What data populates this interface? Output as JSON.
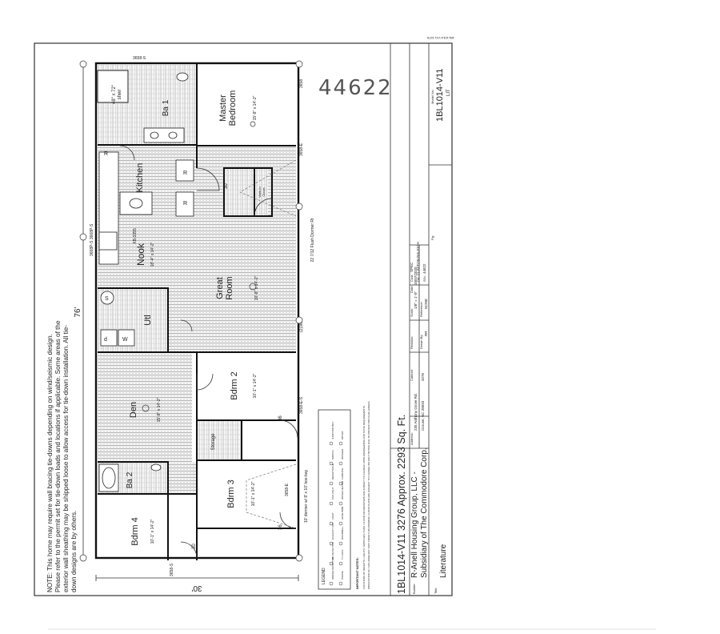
{
  "rooms": {
    "master": {
      "name": "Master\nBedroom",
      "size": "15'-8\" x 14'-2\""
    },
    "kitchen": {
      "name": "Kitchen"
    },
    "nook": {
      "name": "Nook",
      "size": "18'-4\" x 14'-2\""
    },
    "great": {
      "name": "Great\nRoom",
      "size": "19'-8\" x 14'-2\""
    },
    "utl": {
      "name": "Utl"
    },
    "den": {
      "name": "Den",
      "size": "15'-8\" x 14'-2\""
    },
    "bdrm2": {
      "name": "Bdrm 2",
      "size": "10'-1\" x 14'-2\""
    },
    "bdrm3": {
      "name": "Bdrm 3",
      "size": "10'-1\" x 14'-2\""
    },
    "bdrm4": {
      "name": "Bdrm 4",
      "size": "10'-1\" x 14'-2\""
    },
    "ba1": {
      "name": "Ba 1"
    },
    "ba2": {
      "name": "Ba 2"
    },
    "storage": {
      "name": "Storage"
    },
    "closet": {
      "name": "Walk-In\nCloset"
    }
  },
  "labels": {
    "shower": "48\" x 72\"\nshwr",
    "doors_top": "3658-S",
    "door_master": "3658",
    "door_e1": "3658-E",
    "door_e2": "3658-E",
    "door_e5": "3658-E-S",
    "door_3658": "(2)3658",
    "door_left": "3658-S",
    "door_s_dual": "3668P-S 3668P-S",
    "dormer_great": "22 7/12 Flush Dormer Rt",
    "dormer_rear": "10' dormer w/ 8' x 10' box-bay",
    "xb": "XB-3355",
    "dim_width": "30'",
    "dim_length": "76'",
    "d30_1": "30",
    "d30_2": "30",
    "d36_1": "36",
    "d36_2": "36",
    "num_44622": "44622",
    "top_stamp": "1BL1014-V11 3276"
  },
  "note": "NOTE: This home may require wall bracing tie-downs depending on wind/seismic design. Please refer to the permit set for tie-down loads and locations if applicable. Some areas of the exterior wall sheathing may be shipped loose to allow access for tie-down installation. All tie-down designs are by others.",
  "legend": {
    "title": "LEGEND",
    "items": [
      "SMOKE DETECTOR",
      "CO DETECTOR",
      "EXHAUST FAN",
      "LIGHT",
      "FAN LIGHT",
      "RECEPTACLE",
      "SWITCH",
      "JUNCTION BOX",
      "PHONE",
      "TV JACK",
      "DOORBELL",
      "HOSE BIBB",
      "WATER HEATER",
      "FURNACE",
      "WASHER",
      "DRYER"
    ],
    "important_title": "IMPORTANT NOTES:",
    "important_notes": [
      "LOCATIONS OF RECEPTS / LIGHTS / SWITCHES / FANS / FLOOR AIR REGISTERS ARE SUBJECT TO CHANGE UPON ENGINEERING AND STATE REQUIREMENTS.",
      "PRODUCTION OF THIS HOME MAY VARY FROM THIS DRAWING. FLOOR PLANS ARE SUBJECT TO CHANGE WITHOUT NOTICE DUE TO PRODUCTION CHALLENGES."
    ]
  },
  "titleblock": {
    "main": "1BL1014-V11 3276  Approx. 2293 Sq. Ft.",
    "builder_label": "Builder:",
    "builder": "R-Anell Housing Group, LLC -",
    "builder2": "Subsidiary of The Commodore Corp.",
    "title_label": "Title:",
    "title": "Literature",
    "address_label": "Address:",
    "address": "235 Anthony Grove Rd.",
    "address2": "Crouse, NC 28033",
    "cabinet_label": "Cabinet:",
    "cabinet": "3276",
    "drawn_label": "Drawn By:",
    "drawn": "RR",
    "revision_label": "Revision:",
    "scale_label": "Scale:",
    "scale": "1/8\" = 1'-0\"",
    "date_label": "Date:",
    "date": "10/07/2020",
    "reference_label": "Reference:",
    "reference": "NONE",
    "cust_label": "Cust:",
    "cust": "SPEC",
    "dlr_label": "Dlr:",
    "dlr": "CLAYTON RALEIGH",
    "sn_label": "S/N:",
    "sn": "44622",
    "model_label": "Model No.:",
    "model": "1BL1014-V11",
    "model_sub": "LIT",
    "pg_label": "Pg:"
  }
}
